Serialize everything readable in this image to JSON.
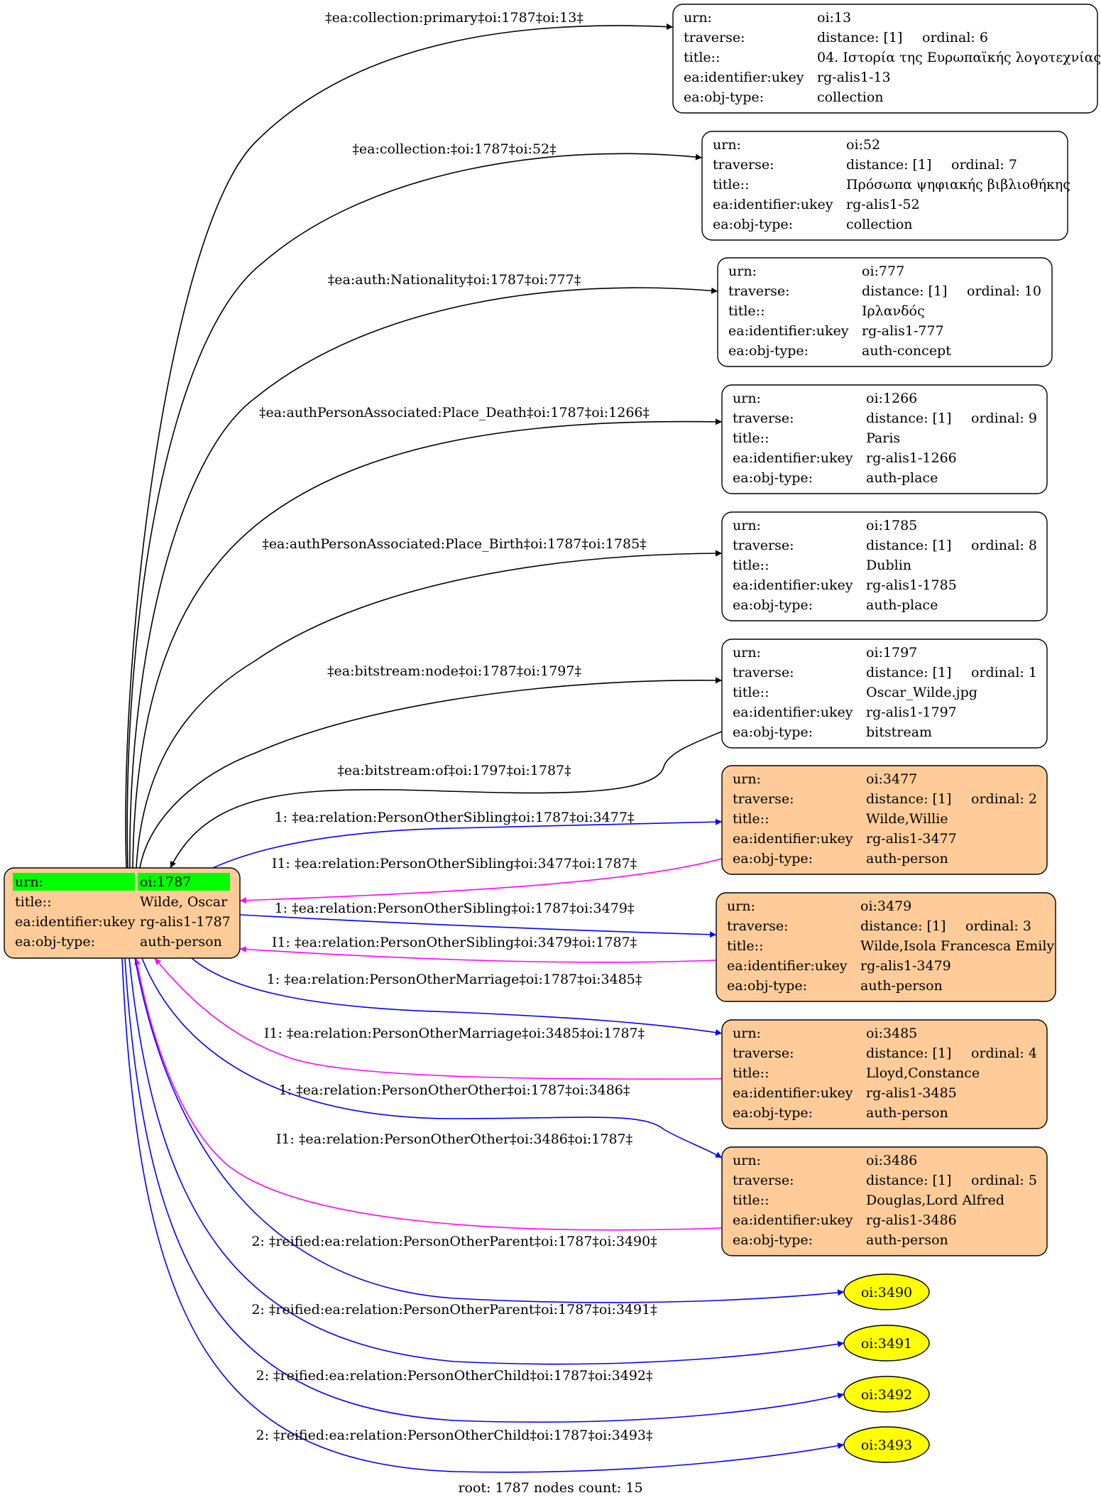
{
  "colors": {
    "forward_edge": "#0000ff",
    "inverse_edge": "#ff00ff",
    "structural_edge": "#000000",
    "person_fill": "#ffcc99",
    "root_highlight": "#00ff00",
    "reified_fill": "#ffff00",
    "plain_fill": "#ffffff"
  },
  "root": {
    "id": "oi:1787",
    "rows": [
      {
        "key": "urn:",
        "value": "oi:1787"
      },
      {
        "key": "title::",
        "value": "Wilde, Oscar"
      },
      {
        "key": "ea:identifier:ukey",
        "value": "rg-alis1-1787"
      },
      {
        "key": "ea:obj-type:",
        "value": "auth-person"
      }
    ]
  },
  "nodes": [
    {
      "id": "oi:13",
      "kind": "plain",
      "urn": "oi:13",
      "distance": "distance: [1]",
      "ordinal": "ordinal: 6",
      "title": "04. Ιστορία της Ευρωπαϊκής λογοτεχνίας",
      "ukey": "rg-alis1-13",
      "objtype": "collection"
    },
    {
      "id": "oi:52",
      "kind": "plain",
      "urn": "oi:52",
      "distance": "distance: [1]",
      "ordinal": "ordinal: 7",
      "title": "Πρόσωπα ψηφιακής βιβλιοθήκης",
      "ukey": "rg-alis1-52",
      "objtype": "collection"
    },
    {
      "id": "oi:777",
      "kind": "plain",
      "urn": "oi:777",
      "distance": "distance: [1]",
      "ordinal": "ordinal: 10",
      "title": "Ιρλανδός",
      "ukey": "rg-alis1-777",
      "objtype": "auth-concept"
    },
    {
      "id": "oi:1266",
      "kind": "plain",
      "urn": "oi:1266",
      "distance": "distance: [1]",
      "ordinal": "ordinal: 9",
      "title": "Paris",
      "ukey": "rg-alis1-1266",
      "objtype": "auth-place"
    },
    {
      "id": "oi:1785",
      "kind": "plain",
      "urn": "oi:1785",
      "distance": "distance: [1]",
      "ordinal": "ordinal: 8",
      "title": "Dublin",
      "ukey": "rg-alis1-1785",
      "objtype": "auth-place"
    },
    {
      "id": "oi:1797",
      "kind": "plain",
      "urn": "oi:1797",
      "distance": "distance: [1]",
      "ordinal": "ordinal: 1",
      "title": "Oscar_Wilde.jpg",
      "ukey": "rg-alis1-1797",
      "objtype": "bitstream"
    },
    {
      "id": "oi:3477",
      "kind": "person",
      "urn": "oi:3477",
      "distance": "distance: [1]",
      "ordinal": "ordinal: 2",
      "title": "Wilde,Willie",
      "ukey": "rg-alis1-3477",
      "objtype": "auth-person"
    },
    {
      "id": "oi:3479",
      "kind": "person",
      "urn": "oi:3479",
      "distance": "distance: [1]",
      "ordinal": "ordinal: 3",
      "title": "Wilde,Isola Francesca Emily",
      "ukey": "rg-alis1-3479",
      "objtype": "auth-person"
    },
    {
      "id": "oi:3485",
      "kind": "person",
      "urn": "oi:3485",
      "distance": "distance: [1]",
      "ordinal": "ordinal: 4",
      "title": "Lloyd,Constance",
      "ukey": "rg-alis1-3485",
      "objtype": "auth-person"
    },
    {
      "id": "oi:3486",
      "kind": "person",
      "urn": "oi:3486",
      "distance": "distance: [1]",
      "ordinal": "ordinal: 5",
      "title": "Douglas,Lord Alfred",
      "ukey": "rg-alis1-3486",
      "objtype": "auth-person"
    }
  ],
  "row_keys": {
    "urn": "urn:",
    "traverse": "traverse:",
    "title": "title::",
    "ukey": "ea:identifier:ukey",
    "objtype": "ea:obj-type:"
  },
  "ellipses": [
    {
      "id": "oi:3490",
      "label": "oi:3490"
    },
    {
      "id": "oi:3491",
      "label": "oi:3491"
    },
    {
      "id": "oi:3492",
      "label": "oi:3492"
    },
    {
      "id": "oi:3493",
      "label": "oi:3493"
    }
  ],
  "edges": [
    {
      "from": "oi:1787",
      "to": "oi:13",
      "color": "structural",
      "label": "‡ea:collection:primary‡oi:1787‡oi:13‡"
    },
    {
      "from": "oi:1787",
      "to": "oi:52",
      "color": "structural",
      "label": "‡ea:collection:‡oi:1787‡oi:52‡"
    },
    {
      "from": "oi:1787",
      "to": "oi:777",
      "color": "structural",
      "label": "‡ea:auth:Nationality‡oi:1787‡oi:777‡"
    },
    {
      "from": "oi:1787",
      "to": "oi:1266",
      "color": "structural",
      "label": "‡ea:authPersonAssociated:Place_Death‡oi:1787‡oi:1266‡"
    },
    {
      "from": "oi:1787",
      "to": "oi:1785",
      "color": "structural",
      "label": "‡ea:authPersonAssociated:Place_Birth‡oi:1787‡oi:1785‡"
    },
    {
      "from": "oi:1787",
      "to": "oi:1797",
      "color": "structural",
      "label": "‡ea:bitstream:node‡oi:1787‡oi:1797‡"
    },
    {
      "from": "oi:1797",
      "to": "oi:1787",
      "color": "structural",
      "label": "‡ea:bitstream:of‡oi:1797‡oi:1787‡"
    },
    {
      "from": "oi:1787",
      "to": "oi:3477",
      "color": "forward",
      "label": "1: ‡ea:relation:PersonOtherSibling‡oi:1787‡oi:3477‡"
    },
    {
      "from": "oi:3477",
      "to": "oi:1787",
      "color": "inverse",
      "label": "I1: ‡ea:relation:PersonOtherSibling‡oi:3477‡oi:1787‡"
    },
    {
      "from": "oi:1787",
      "to": "oi:3479",
      "color": "forward",
      "label": "1: ‡ea:relation:PersonOtherSibling‡oi:1787‡oi:3479‡"
    },
    {
      "from": "oi:3479",
      "to": "oi:1787",
      "color": "inverse",
      "label": "I1: ‡ea:relation:PersonOtherSibling‡oi:3479‡oi:1787‡"
    },
    {
      "from": "oi:1787",
      "to": "oi:3485",
      "color": "forward",
      "label": "1: ‡ea:relation:PersonOtherMarriage‡oi:1787‡oi:3485‡"
    },
    {
      "from": "oi:3485",
      "to": "oi:1787",
      "color": "inverse",
      "label": "I1: ‡ea:relation:PersonOtherMarriage‡oi:3485‡oi:1787‡"
    },
    {
      "from": "oi:1787",
      "to": "oi:3486",
      "color": "forward",
      "label": "1: ‡ea:relation:PersonOtherOther‡oi:1787‡oi:3486‡"
    },
    {
      "from": "oi:3486",
      "to": "oi:1787",
      "color": "inverse",
      "label": "I1: ‡ea:relation:PersonOtherOther‡oi:3486‡oi:1787‡"
    },
    {
      "from": "oi:1787",
      "to": "oi:3490",
      "color": "forward",
      "label": "2: ‡reified:ea:relation:PersonOtherParent‡oi:1787‡oi:3490‡"
    },
    {
      "from": "oi:1787",
      "to": "oi:3491",
      "color": "forward",
      "label": "2: ‡reified:ea:relation:PersonOtherParent‡oi:1787‡oi:3491‡"
    },
    {
      "from": "oi:1787",
      "to": "oi:3492",
      "color": "forward",
      "label": "2: ‡reified:ea:relation:PersonOtherChild‡oi:1787‡oi:3492‡"
    },
    {
      "from": "oi:1787",
      "to": "oi:3493",
      "color": "forward",
      "label": "2: ‡reified:ea:relation:PersonOtherChild‡oi:1787‡oi:3493‡"
    }
  ],
  "footer": "root: 1787 nodes count: 15"
}
